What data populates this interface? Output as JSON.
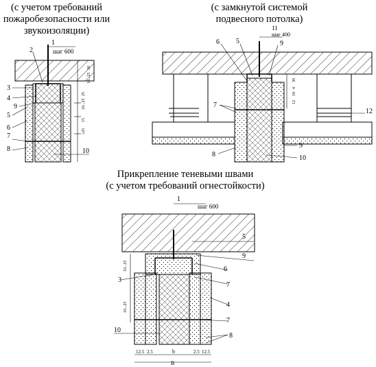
{
  "captions": {
    "left": [
      "(с учетом требований",
      "пожаробезопасности или",
      "звукоизоляции)"
    ],
    "right": [
      "(с замкнутой системой",
      "подвесного потолка)"
    ],
    "bottom": [
      "Прикрепление теневыми швами",
      "(с учетом требований огнестойкости)"
    ]
  },
  "left_detail": {
    "step": "шаг 600",
    "dims": [
      "30",
      "10...25",
      "25",
      "10...25",
      "15",
      "≥25"
    ],
    "callouts": [
      "1",
      "2",
      "3",
      "4",
      "9",
      "5",
      "6",
      "7",
      "8",
      "10"
    ]
  },
  "right_detail": {
    "step": "шаг 400",
    "dims": [
      "30",
      "4",
      "18",
      "12"
    ],
    "callouts": [
      "6",
      "5",
      "11",
      "9",
      "7",
      "12",
      "8",
      "9",
      "10"
    ]
  },
  "bottom_detail": {
    "step": "шаг 600",
    "dims": [
      "10...25",
      "10...25",
      "12.5",
      "2.5",
      "b",
      "2.5",
      "12.5",
      "B"
    ],
    "callouts": [
      "1",
      "5",
      "9",
      "6",
      "3",
      "7",
      "4",
      "7",
      "10",
      "8"
    ]
  },
  "colors": {
    "line": "#000000",
    "background": "#ffffff"
  }
}
